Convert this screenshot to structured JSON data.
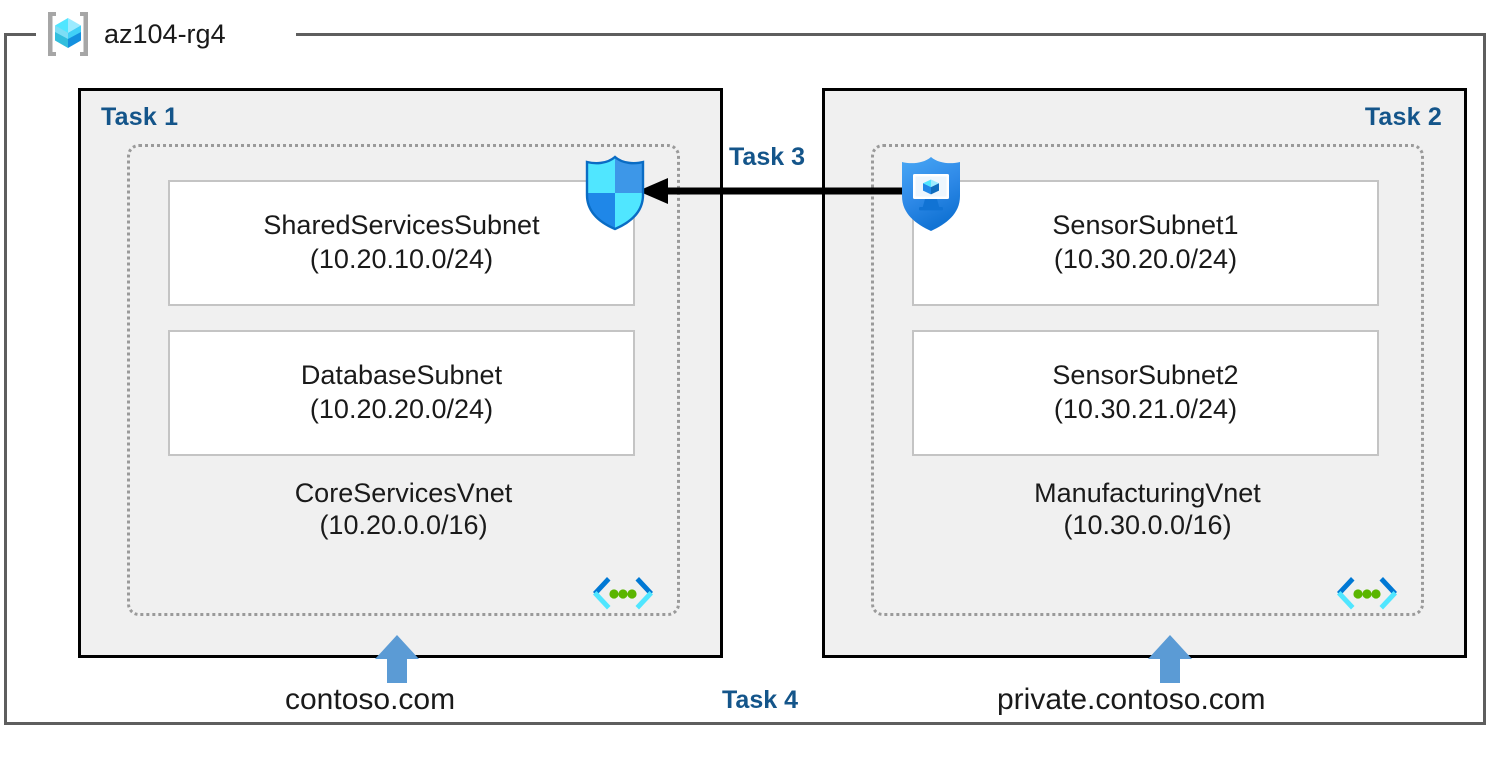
{
  "resource_group": {
    "name": "az104-rg4",
    "icon": "azure-resource-group-icon"
  },
  "tasks": {
    "task1_label": "Task 1",
    "task2_label": "Task 2",
    "task3_label": "Task 3",
    "task4_label": "Task 4"
  },
  "vnets": [
    {
      "name": "CoreServicesVnet",
      "cidr": "(10.20.0.0/16)",
      "icon": "vnet-code-icon",
      "subnets": [
        {
          "name": "SharedServicesSubnet",
          "cidr": "(10.20.10.0/24)"
        },
        {
          "name": "DatabaseSubnet",
          "cidr": "(10.20.20.0/24)"
        }
      ],
      "dns_zone": "contoso.com",
      "dns_arrow_icon": "up-arrow-icon"
    },
    {
      "name": "ManufacturingVnet",
      "cidr": "(10.30.0.0/16)",
      "icon": "vnet-code-icon",
      "subnets": [
        {
          "name": "SensorSubnet1",
          "cidr": "(10.30.20.0/24)"
        },
        {
          "name": "SensorSubnet2",
          "cidr": "(10.30.21.0/24)"
        }
      ],
      "dns_zone": "private.contoso.com",
      "dns_arrow_icon": "up-arrow-icon"
    }
  ],
  "icons": {
    "shield": "shield-icon",
    "vm_shield": "vm-shield-icon",
    "peering_arrow": "peering-arrow-icon"
  },
  "colors": {
    "task_label_blue": "#14558a",
    "box_fill_gray": "#f0f0f0",
    "box_border_black": "#000000",
    "vnet_dotted_gray": "#9a9a9a",
    "subnet_border_gray": "#c4c4c4",
    "arrow_blue": "#5b9bd5",
    "cube_cyan": "#50e6ff",
    "shield_blue": "#1f87e8",
    "rg_frame_gray": "#5e5e5e",
    "code_green": "#5ab500"
  }
}
